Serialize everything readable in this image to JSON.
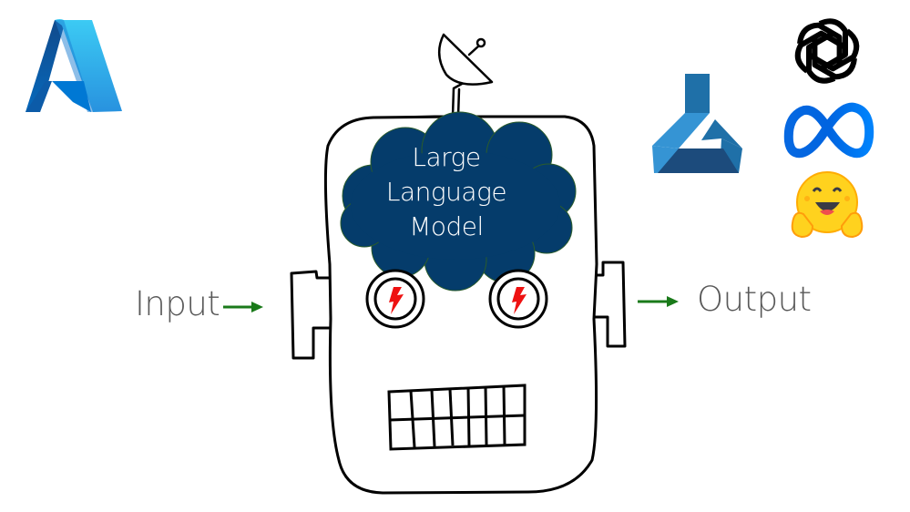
{
  "diagram": {
    "center_label_lines": [
      "Large",
      "Language",
      "Model"
    ],
    "input_label": "Input",
    "output_label": "Output"
  },
  "logos": [
    {
      "name": "azure-logo",
      "icon": "azure-a-logo"
    },
    {
      "name": "azure-ml-logo",
      "icon": "azure-machine-learning-flask"
    },
    {
      "name": "openai-logo",
      "icon": "openai-knot"
    },
    {
      "name": "meta-logo",
      "icon": "meta-infinity"
    },
    {
      "name": "huggingface-logo",
      "icon": "hugging-face-emoji"
    }
  ],
  "colors": {
    "cloud_fill": "#053c6b",
    "arrow": "#1a7a1a",
    "outline": "#000000",
    "bolt": "#ee1111",
    "text": "#595959"
  }
}
